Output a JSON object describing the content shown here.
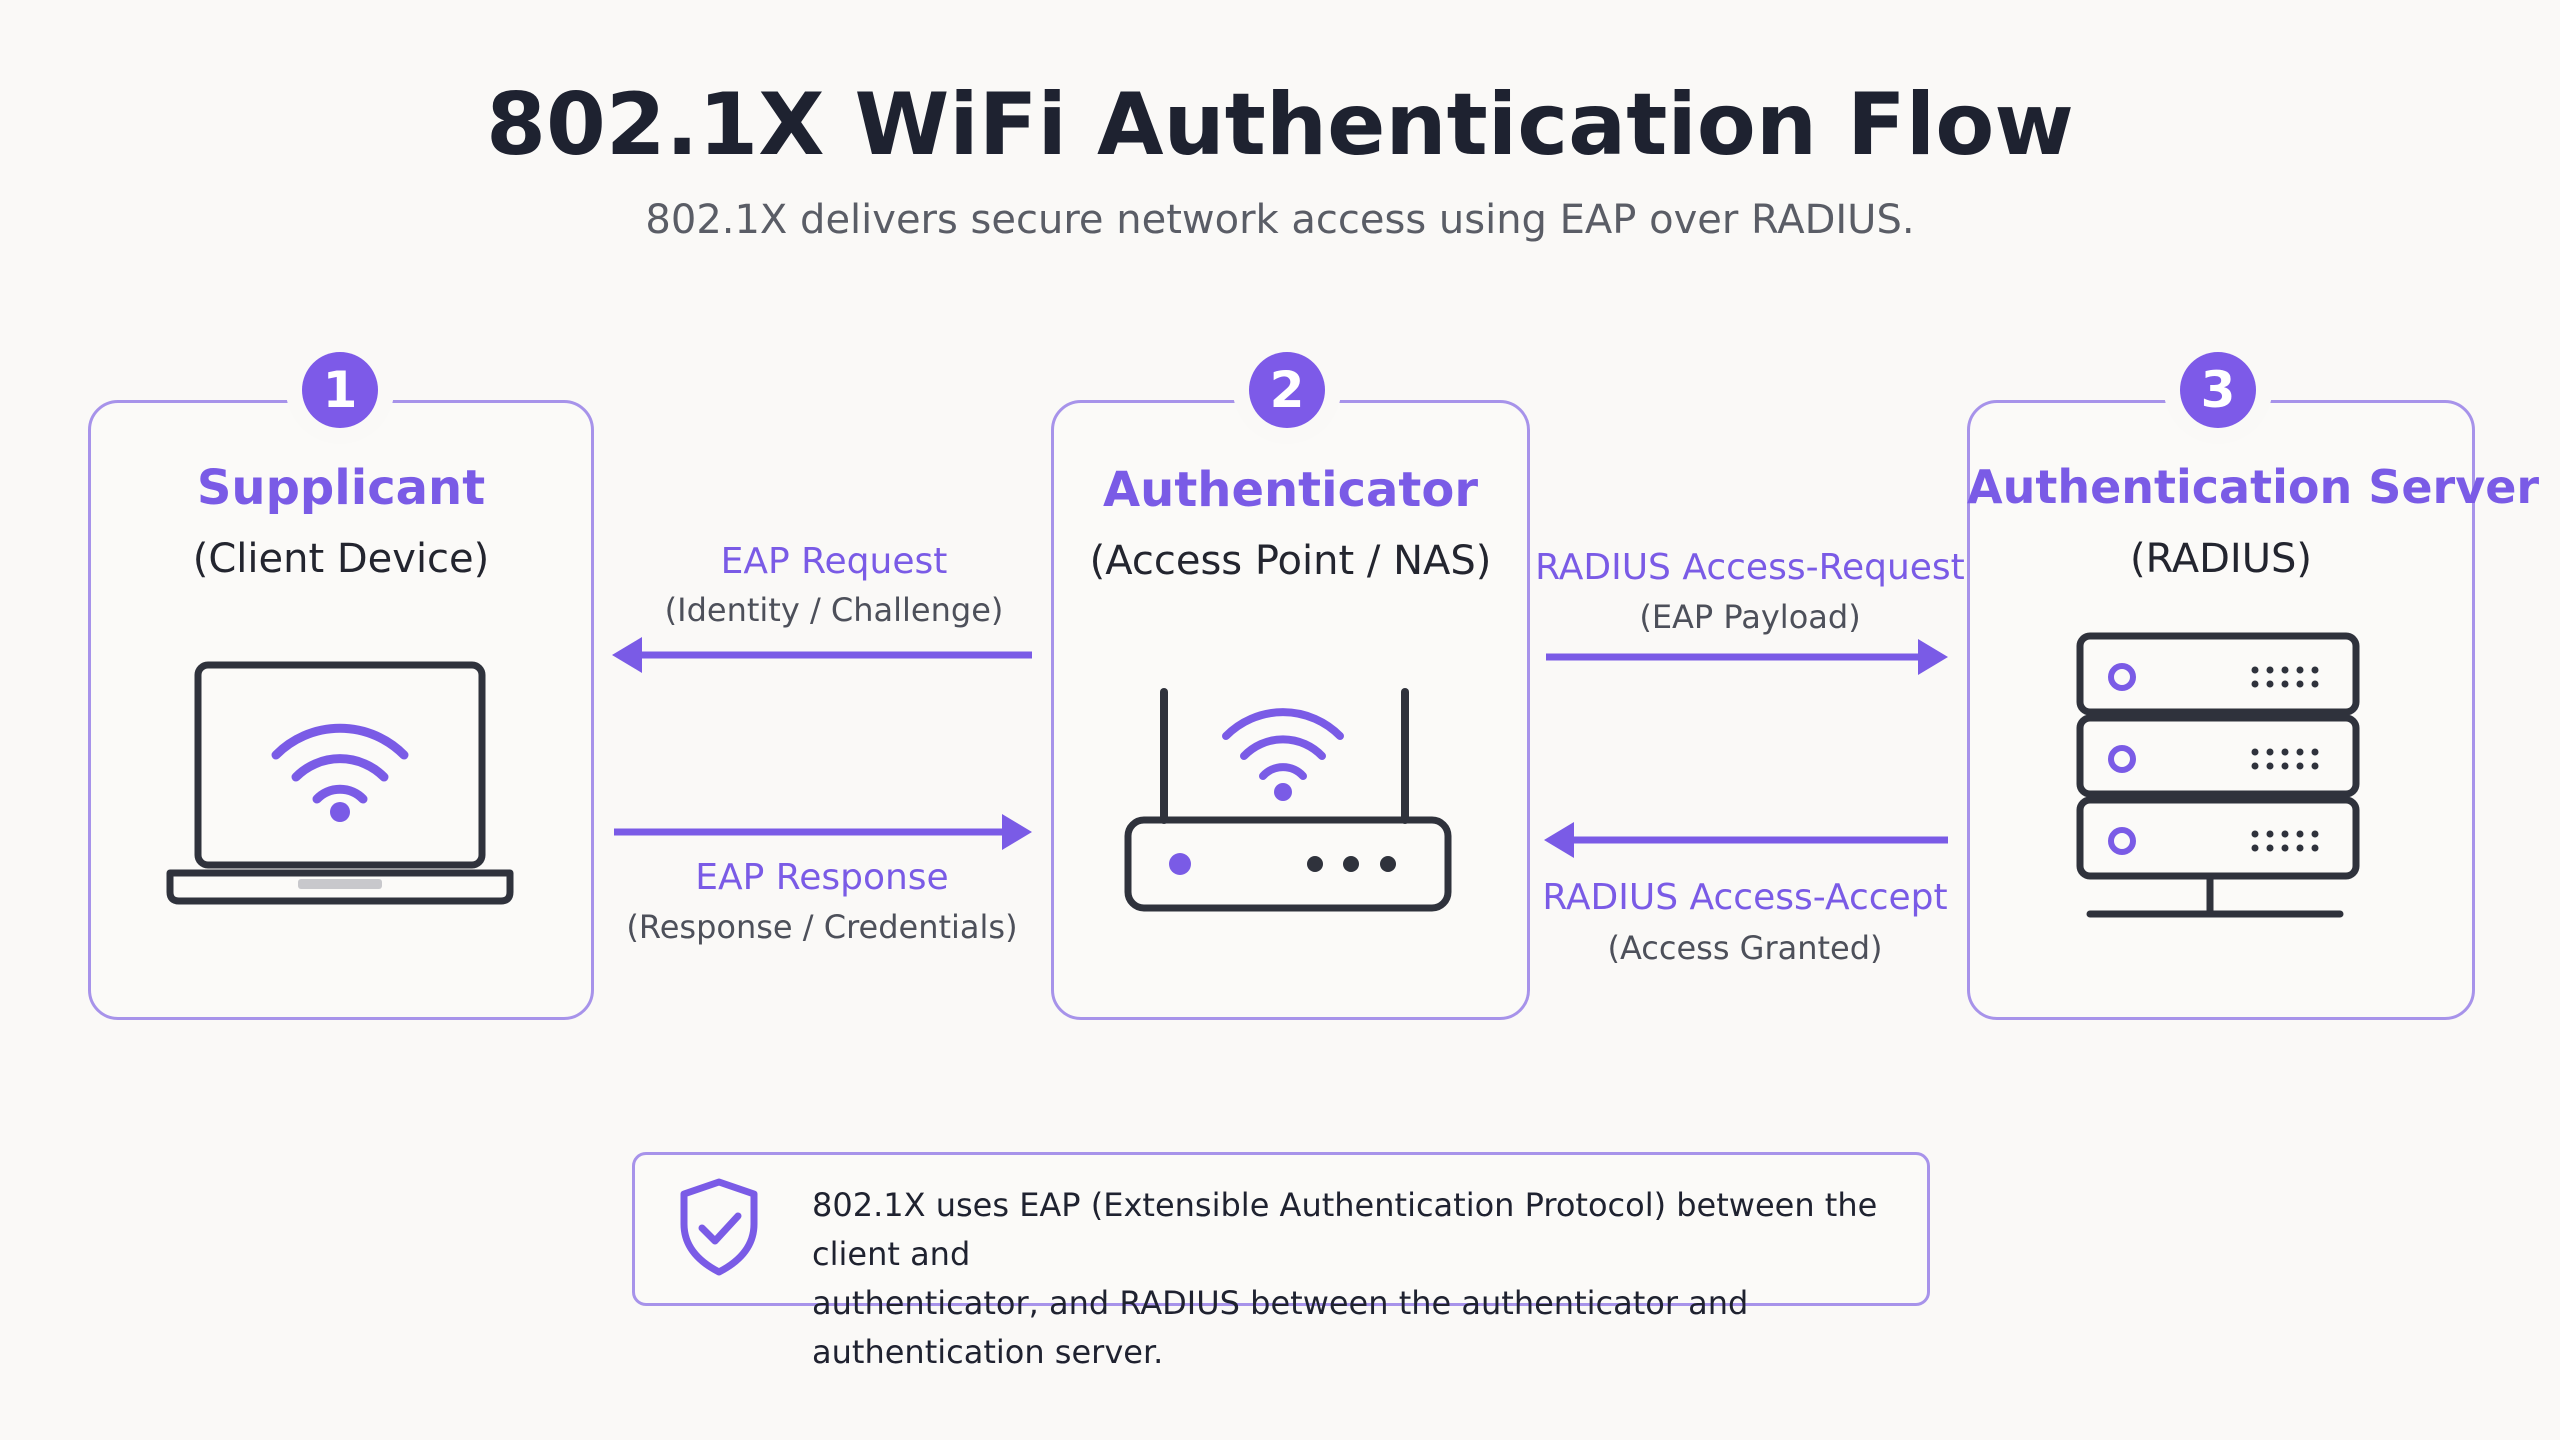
{
  "title": "802.1X WiFi Authentication Flow",
  "subtitle": "802.1X delivers secure network access using EAP over RADIUS.",
  "nodes": [
    {
      "step": "1",
      "title": "Supplicant",
      "subtitle": "(Client Device)",
      "icon": "laptop-wifi-icon"
    },
    {
      "step": "2",
      "title": "Authenticator",
      "subtitle": "(Access Point / NAS)",
      "icon": "router-icon"
    },
    {
      "step": "3",
      "title": "Authentication Server",
      "subtitle": "(RADIUS)",
      "icon": "server-rack-icon"
    }
  ],
  "messages": {
    "eap_request": {
      "label": "EAP Request",
      "detail": "(Identity / Challenge)",
      "from": "Authenticator",
      "to": "Supplicant"
    },
    "eap_response": {
      "label": "EAP Response",
      "detail": "(Response / Credentials)",
      "from": "Supplicant",
      "to": "Authenticator"
    },
    "radius_request": {
      "label": "RADIUS Access-Request",
      "detail": "(EAP Payload)",
      "from": "Authenticator",
      "to": "Authentication Server"
    },
    "radius_accept": {
      "label": "RADIUS Access-Accept",
      "detail": "(Access Granted)",
      "from": "Authentication Server",
      "to": "Authenticator"
    }
  },
  "note": {
    "icon": "shield-check-icon",
    "line1": "802.1X uses EAP (Extensible Authentication Protocol) between the client and",
    "line2": "authenticator, and RADIUS between the authenticator and authentication server."
  },
  "colors": {
    "accent": "#7a5be6",
    "card_border": "#a793ea",
    "badge": "#7d5ae8",
    "icon_stroke": "#2f323c",
    "background": "#faf9f7"
  }
}
